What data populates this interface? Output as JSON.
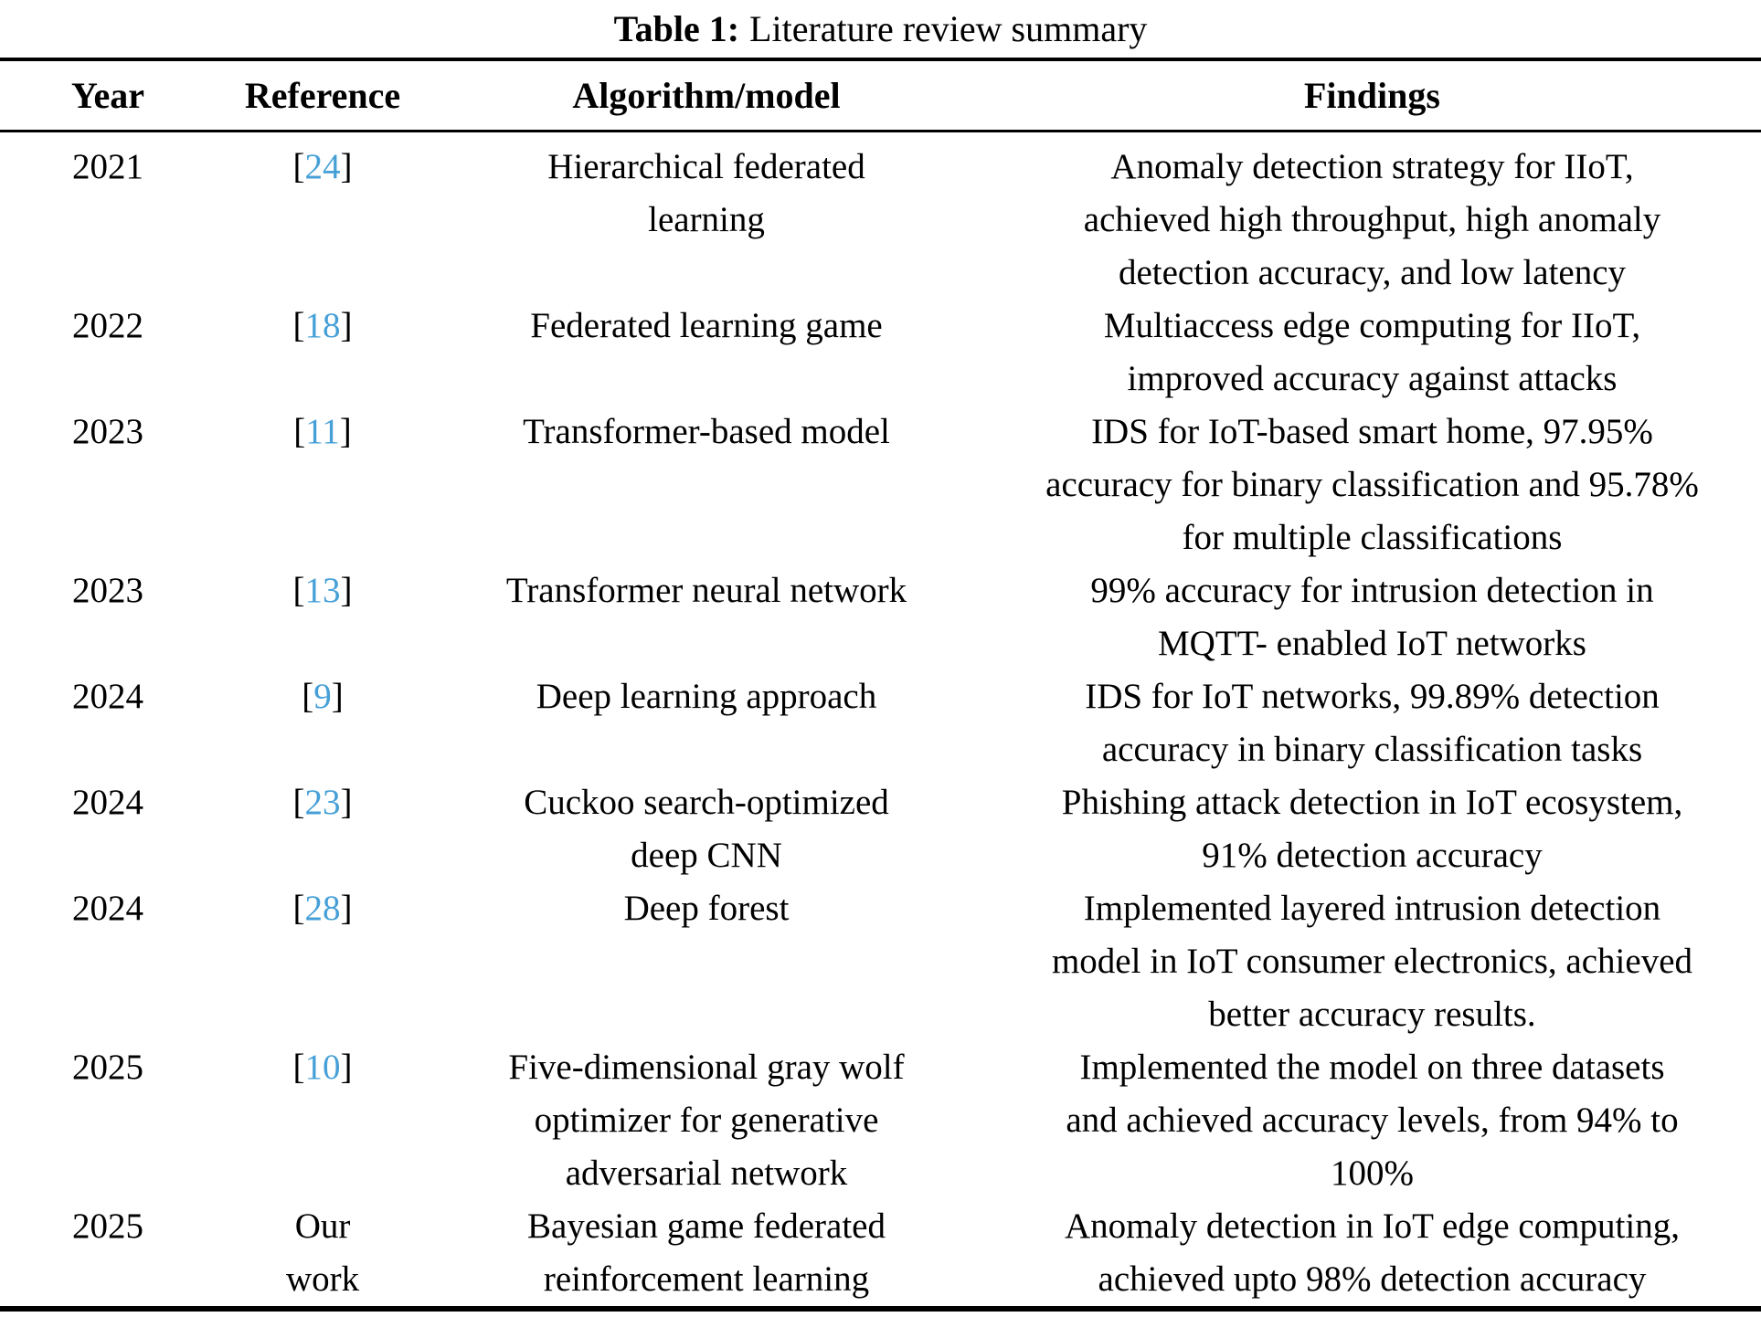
{
  "caption": {
    "label": "Table 1:",
    "text": "Literature review summary"
  },
  "columns": [
    "Year",
    "Reference",
    "Algorithm/model",
    "Findings"
  ],
  "citation_brackets": {
    "open": "[",
    "close": "]"
  },
  "colors": {
    "citation_link": "#46a0d7",
    "text": "#000000",
    "rule": "#000000"
  },
  "rows": [
    {
      "year": "2021",
      "ref": "24",
      "is_citation": true,
      "algorithm": "Hierarchical federated\nlearning",
      "findings": "Anomaly detection strategy for IIoT,\nachieved high throughput, high anomaly\ndetection accuracy, and low latency"
    },
    {
      "year": "2022",
      "ref": "18",
      "is_citation": true,
      "algorithm": "Federated learning game",
      "findings": "Multiaccess edge computing for IIoT,\nimproved accuracy against attacks"
    },
    {
      "year": "2023",
      "ref": "11",
      "is_citation": true,
      "algorithm": "Transformer-based model",
      "findings": "IDS for IoT-based smart home, 97.95%\naccuracy for binary classification and 95.78%\nfor multiple classifications"
    },
    {
      "year": "2023",
      "ref": "13",
      "is_citation": true,
      "algorithm": "Transformer neural network",
      "findings": "99% accuracy for intrusion detection in\nMQTT- enabled IoT networks"
    },
    {
      "year": "2024",
      "ref": "9",
      "is_citation": true,
      "algorithm": "Deep learning approach",
      "findings": "IDS for IoT networks, 99.89% detection\naccuracy in binary classification tasks"
    },
    {
      "year": "2024",
      "ref": "23",
      "is_citation": true,
      "algorithm": "Cuckoo search-optimized\ndeep CNN",
      "findings": "Phishing attack detection in IoT ecosystem,\n91% detection accuracy"
    },
    {
      "year": "2024",
      "ref": "28",
      "is_citation": true,
      "algorithm": "Deep forest",
      "findings": "Implemented layered intrusion detection\nmodel in IoT consumer electronics, achieved\nbetter accuracy results."
    },
    {
      "year": "2025",
      "ref": "10",
      "is_citation": true,
      "algorithm": "Five-dimensional gray wolf\noptimizer for generative\nadversarial network",
      "findings": "Implemented the model on three datasets\nand achieved accuracy levels, from 94% to\n100%"
    },
    {
      "year": "2025",
      "ref": "Our\nwork",
      "is_citation": false,
      "algorithm": "Bayesian game federated\nreinforcement learning",
      "findings": "Anomaly detection in IoT edge computing,\nachieved upto 98% detection accuracy"
    }
  ]
}
